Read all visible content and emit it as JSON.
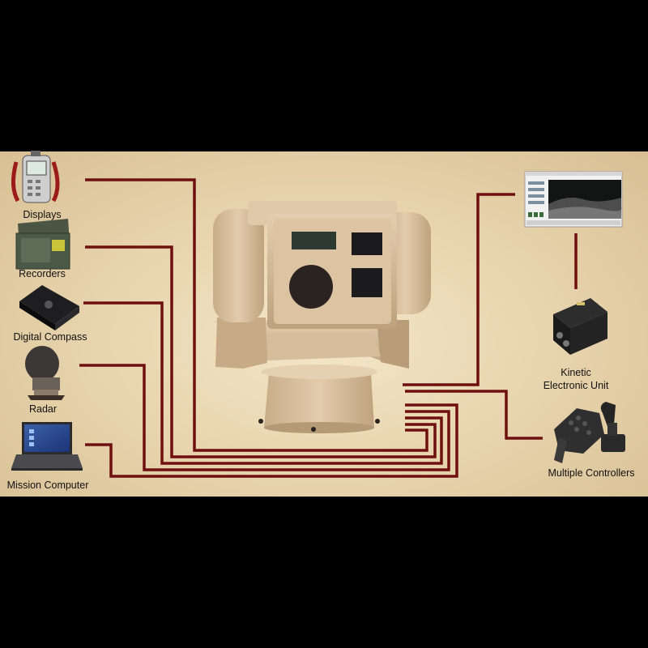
{
  "devices": {
    "displays": "Displays",
    "recorders": "Recorders",
    "digital_compass": "Digital Compass",
    "radar": "Radar",
    "mission_computer": "Mission Computer",
    "kinetic_line1": "Kinetic",
    "kinetic_line2": "Electronic Unit",
    "multiple_controllers": "Multiple Controllers"
  },
  "colors": {
    "letterbox": "#000000",
    "panel": "#ead8b2",
    "wire": "#6e0f10",
    "turret": "#d9c0a0"
  }
}
